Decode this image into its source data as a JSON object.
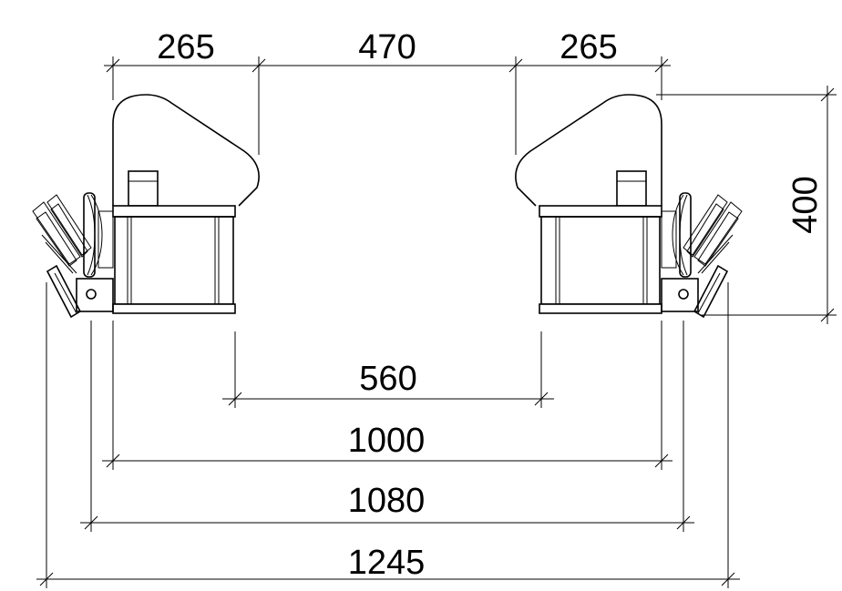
{
  "dimensions": {
    "top_left": "265",
    "top_middle": "470",
    "top_right": "265",
    "height_right": "400",
    "inner_span": "560",
    "span_1000": "1000",
    "span_1080": "1080",
    "overall": "1245"
  }
}
